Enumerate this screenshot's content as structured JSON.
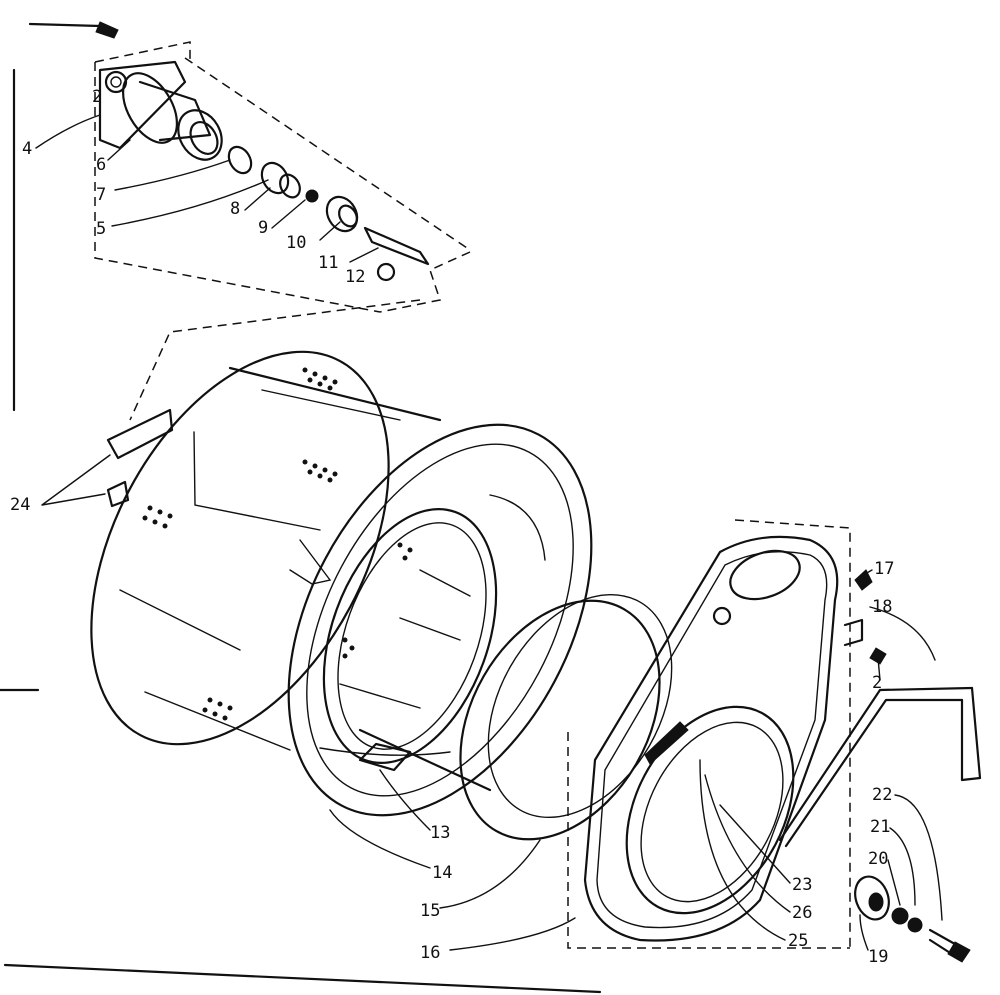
{
  "labels": {
    "l2a": "2",
    "l4": "4",
    "l6": "6",
    "l7": "7",
    "l5": "5",
    "l8": "8",
    "l9": "9",
    "l10": "10",
    "l11": "11",
    "l12": "12",
    "l24": "24",
    "l13": "13",
    "l14": "14",
    "l15": "15",
    "l16": "16",
    "l17": "17",
    "l18": "18",
    "l2b": "2",
    "l22": "22",
    "l21": "21",
    "l20": "20",
    "l19": "19",
    "l23": "23",
    "l26": "26",
    "l25": "25"
  },
  "colors": {
    "ink": "#111111",
    "paper": "#ffffff"
  }
}
